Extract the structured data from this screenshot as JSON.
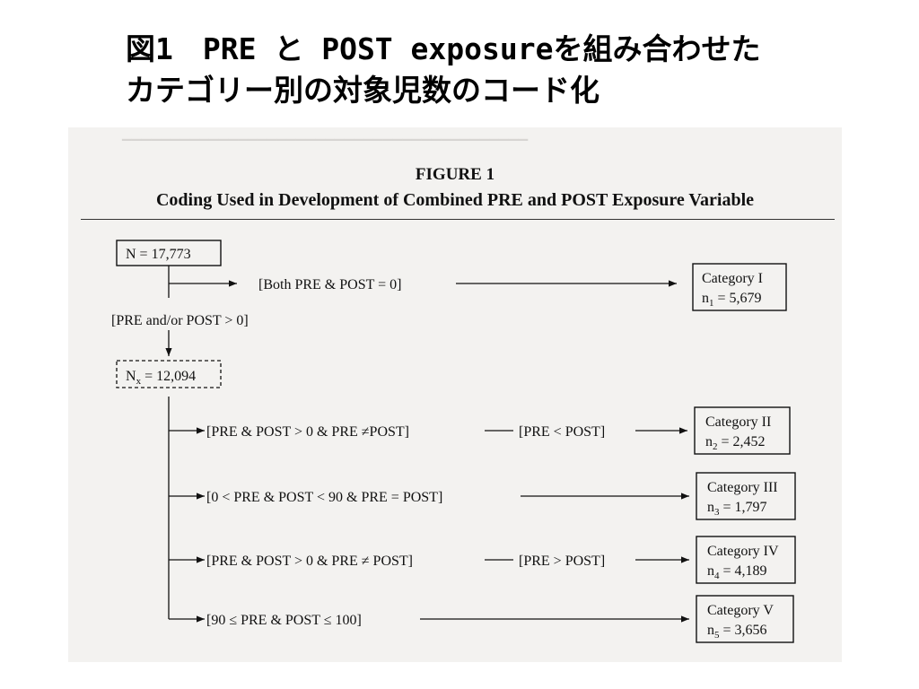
{
  "slide": {
    "title_line1": "図1　PRE と POST exposureを組み合わせた",
    "title_line2": "カテゴリー別の対象児数のコード化"
  },
  "figure": {
    "label": "FIGURE 1",
    "caption": "Coding Used in Development of Combined PRE and POST Exposure Variable"
  },
  "nodes": {
    "total": {
      "text": "N = 17,773"
    },
    "nx": {
      "prefix": "N",
      "sub": "x",
      "suffix": " = 12,094"
    }
  },
  "conditions": {
    "both_zero": "[Both PRE & POST = 0]",
    "any_positive": "[PRE and/or POST > 0]",
    "c2_a": "[PRE & POST > 0 & PRE  ≠POST]",
    "c2_b": "[PRE < POST]",
    "c3": "[0 < PRE & POST < 90 & PRE = POST]",
    "c4_a": "[PRE & POST > 0 & PRE ≠  POST]",
    "c4_b": "[PRE > POST]",
    "c5": "[90 ≤ PRE & POST ≤ 100]"
  },
  "categories": [
    {
      "name": "Category I",
      "n_prefix": "n",
      "n_sub": "1",
      "n_value": " = 5,679"
    },
    {
      "name": "Category II",
      "n_prefix": "n",
      "n_sub": "2",
      "n_value": " = 2,452"
    },
    {
      "name": "Category III",
      "n_prefix": "n",
      "n_sub": "3",
      "n_value": " = 1,797"
    },
    {
      "name": "Category IV",
      "n_prefix": "n",
      "n_sub": "4",
      "n_value": " = 4,189"
    },
    {
      "name": "Category V",
      "n_prefix": "n",
      "n_sub": "5",
      "n_value": " = 3,656"
    }
  ]
}
